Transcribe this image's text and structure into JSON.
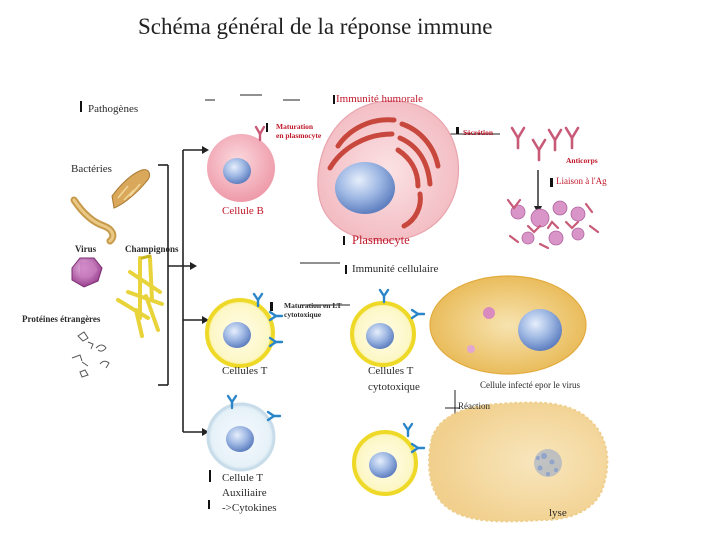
{
  "title": "Schéma général de la réponse immune",
  "pathogens": {
    "heading": "Pathogènes",
    "bacteria": "Bactéries",
    "virus": "Virus",
    "fungi": "Champignons",
    "proteins": "Protéines étrangères"
  },
  "humoral": {
    "heading": "Immunité humorale",
    "b_cell": "Cellule B",
    "maturation": [
      "Maturation",
      "en plasmocyte"
    ],
    "plasmocyte": "Plasmocyte",
    "secretion": "Sécrétion",
    "antibodies": "Anticorps",
    "binding": "Liaison à l'Ag"
  },
  "cellular": {
    "heading": "Immunité cellulaire",
    "t_cells": "Cellules T",
    "maturation_lt": [
      "Maturation en LT",
      "cytotoxique"
    ],
    "cytotoxic": [
      "Cellules T",
      "cytotoxique"
    ],
    "infected": "Cellule infecté epor le virus",
    "reaction": "Réaction",
    "helper": [
      "Cellule T",
      "Auxiliaire",
      "->Cytokines"
    ],
    "lysis": "lyse"
  },
  "colors": {
    "b_cell_body": "#f2a6b3",
    "plasmocyte_body": "#f6c8cd",
    "er_stripe": "#c43a2e",
    "nucleus": "#7f9fd6",
    "t_cell_ring": "#f1df33",
    "helper_ring": "#cfe2ee",
    "antibody": "#c85a78",
    "receptor": "#2a86c8",
    "infected_body": "#eec56a",
    "lysed_cell": "#f4dca6",
    "connector": "#222222",
    "label_red": "#c0182a",
    "fungi": "#e8d43a"
  }
}
